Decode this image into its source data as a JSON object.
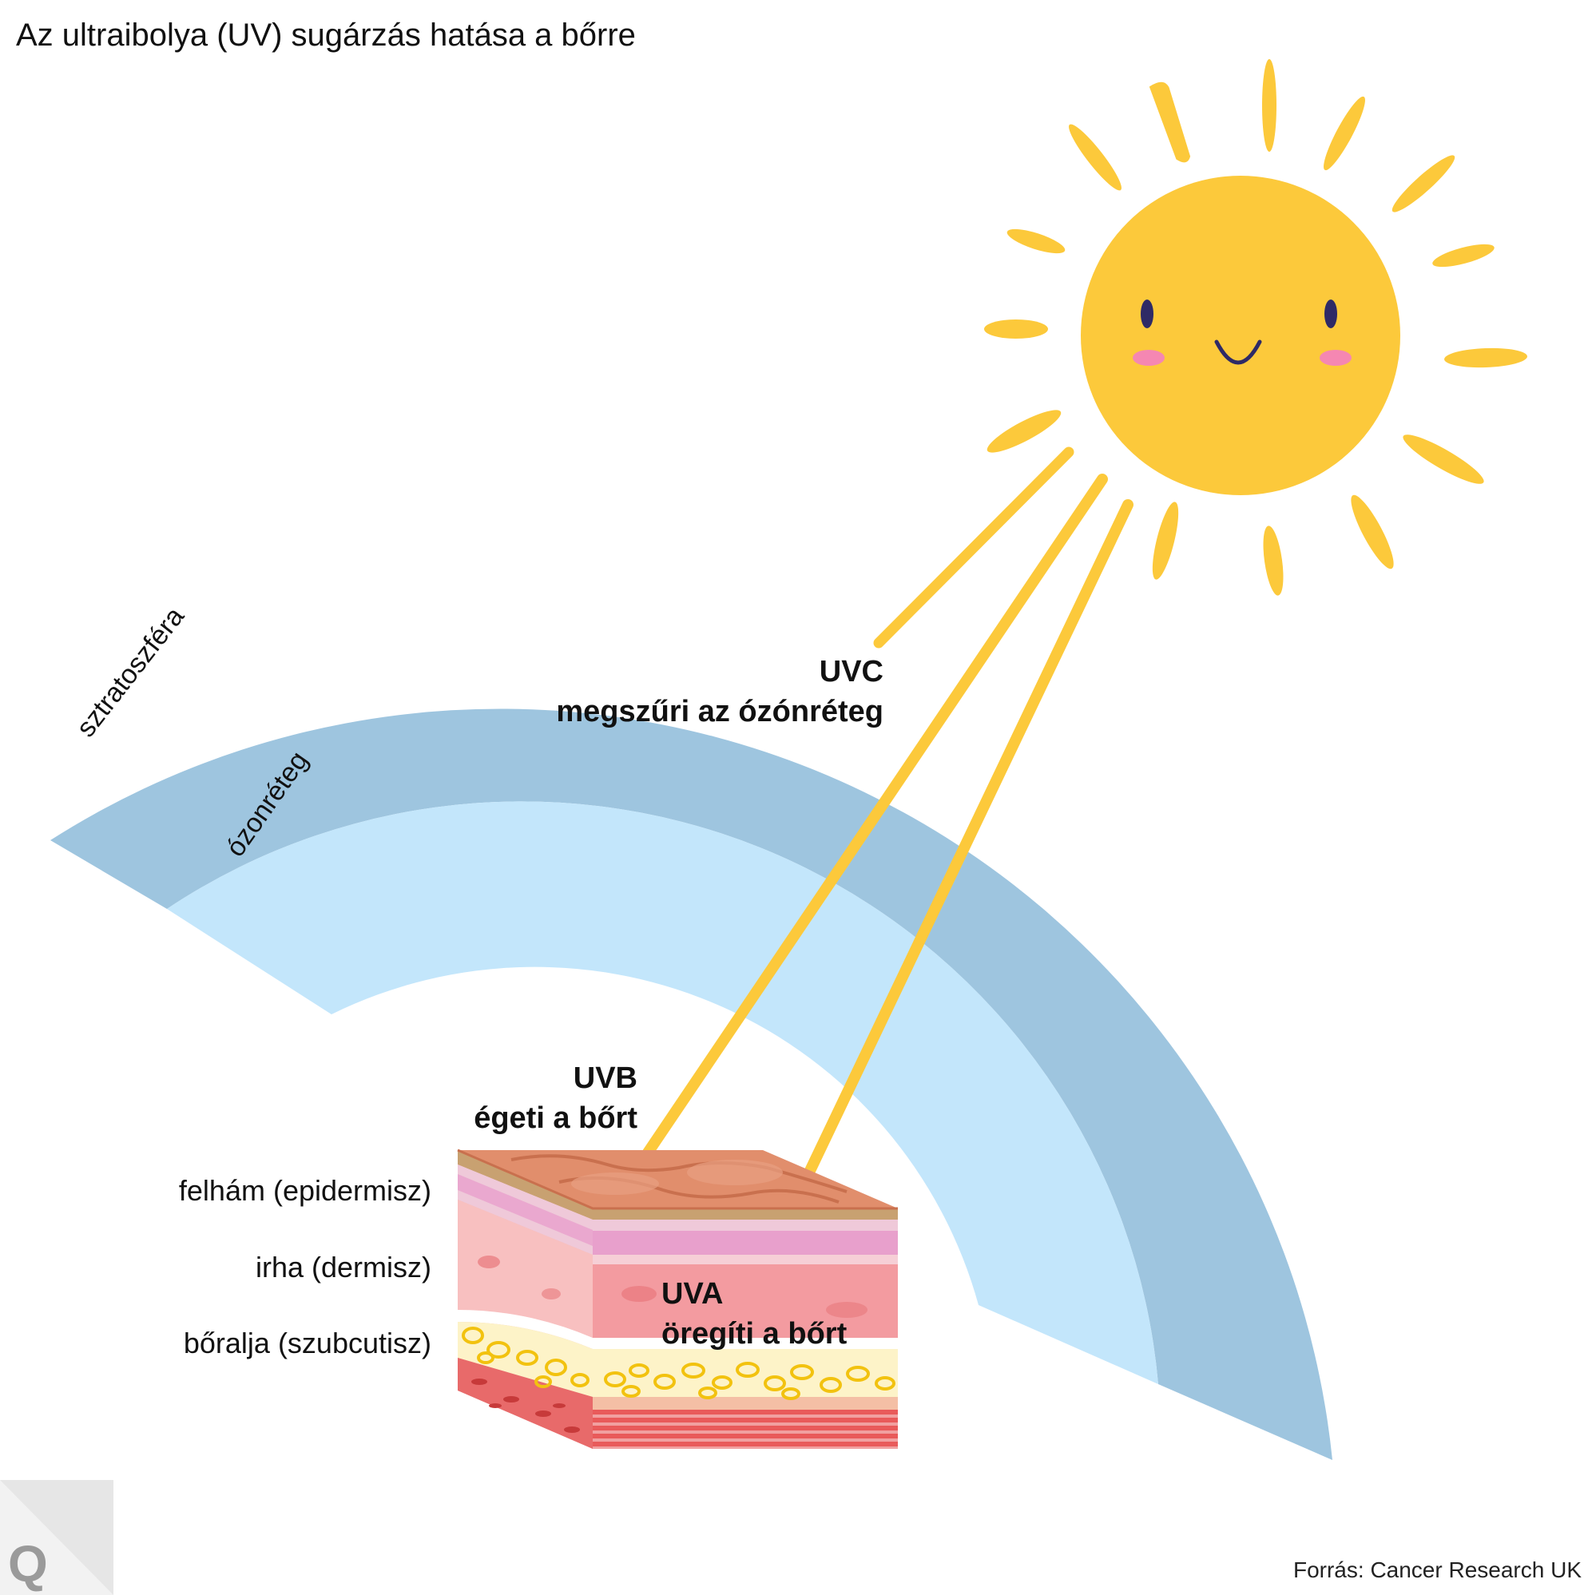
{
  "title": "Az ultraibolya (UV) sugárzás hatása a bőrre",
  "atmosphere": {
    "outer_label": "sztratoszféra",
    "inner_label": "ózonréteg",
    "colors": {
      "stratosphere": "#9ec5df",
      "ozone": "#c3e6fb"
    }
  },
  "rays": {
    "color": "#fcc93b",
    "uvc": {
      "name": "UVC",
      "effect": "megszűri az ózónréteg"
    },
    "uvb": {
      "name": "UVB",
      "effect": "égeti a bőrt"
    },
    "uva": {
      "name": "UVA",
      "effect": "öregíti a bőrt"
    }
  },
  "skin_layers": {
    "epidermis": "felhám (epidermisz)",
    "dermis": "irha (dermisz)",
    "subcutis": "bőralja (szubcutisz)"
  },
  "sun": {
    "color": "#fcc93b",
    "icon": "smiling-sun-icon"
  },
  "logo": {
    "letter": "Q",
    "icon": "q-logo-icon"
  },
  "source": "Forrás: Cancer Research UK"
}
